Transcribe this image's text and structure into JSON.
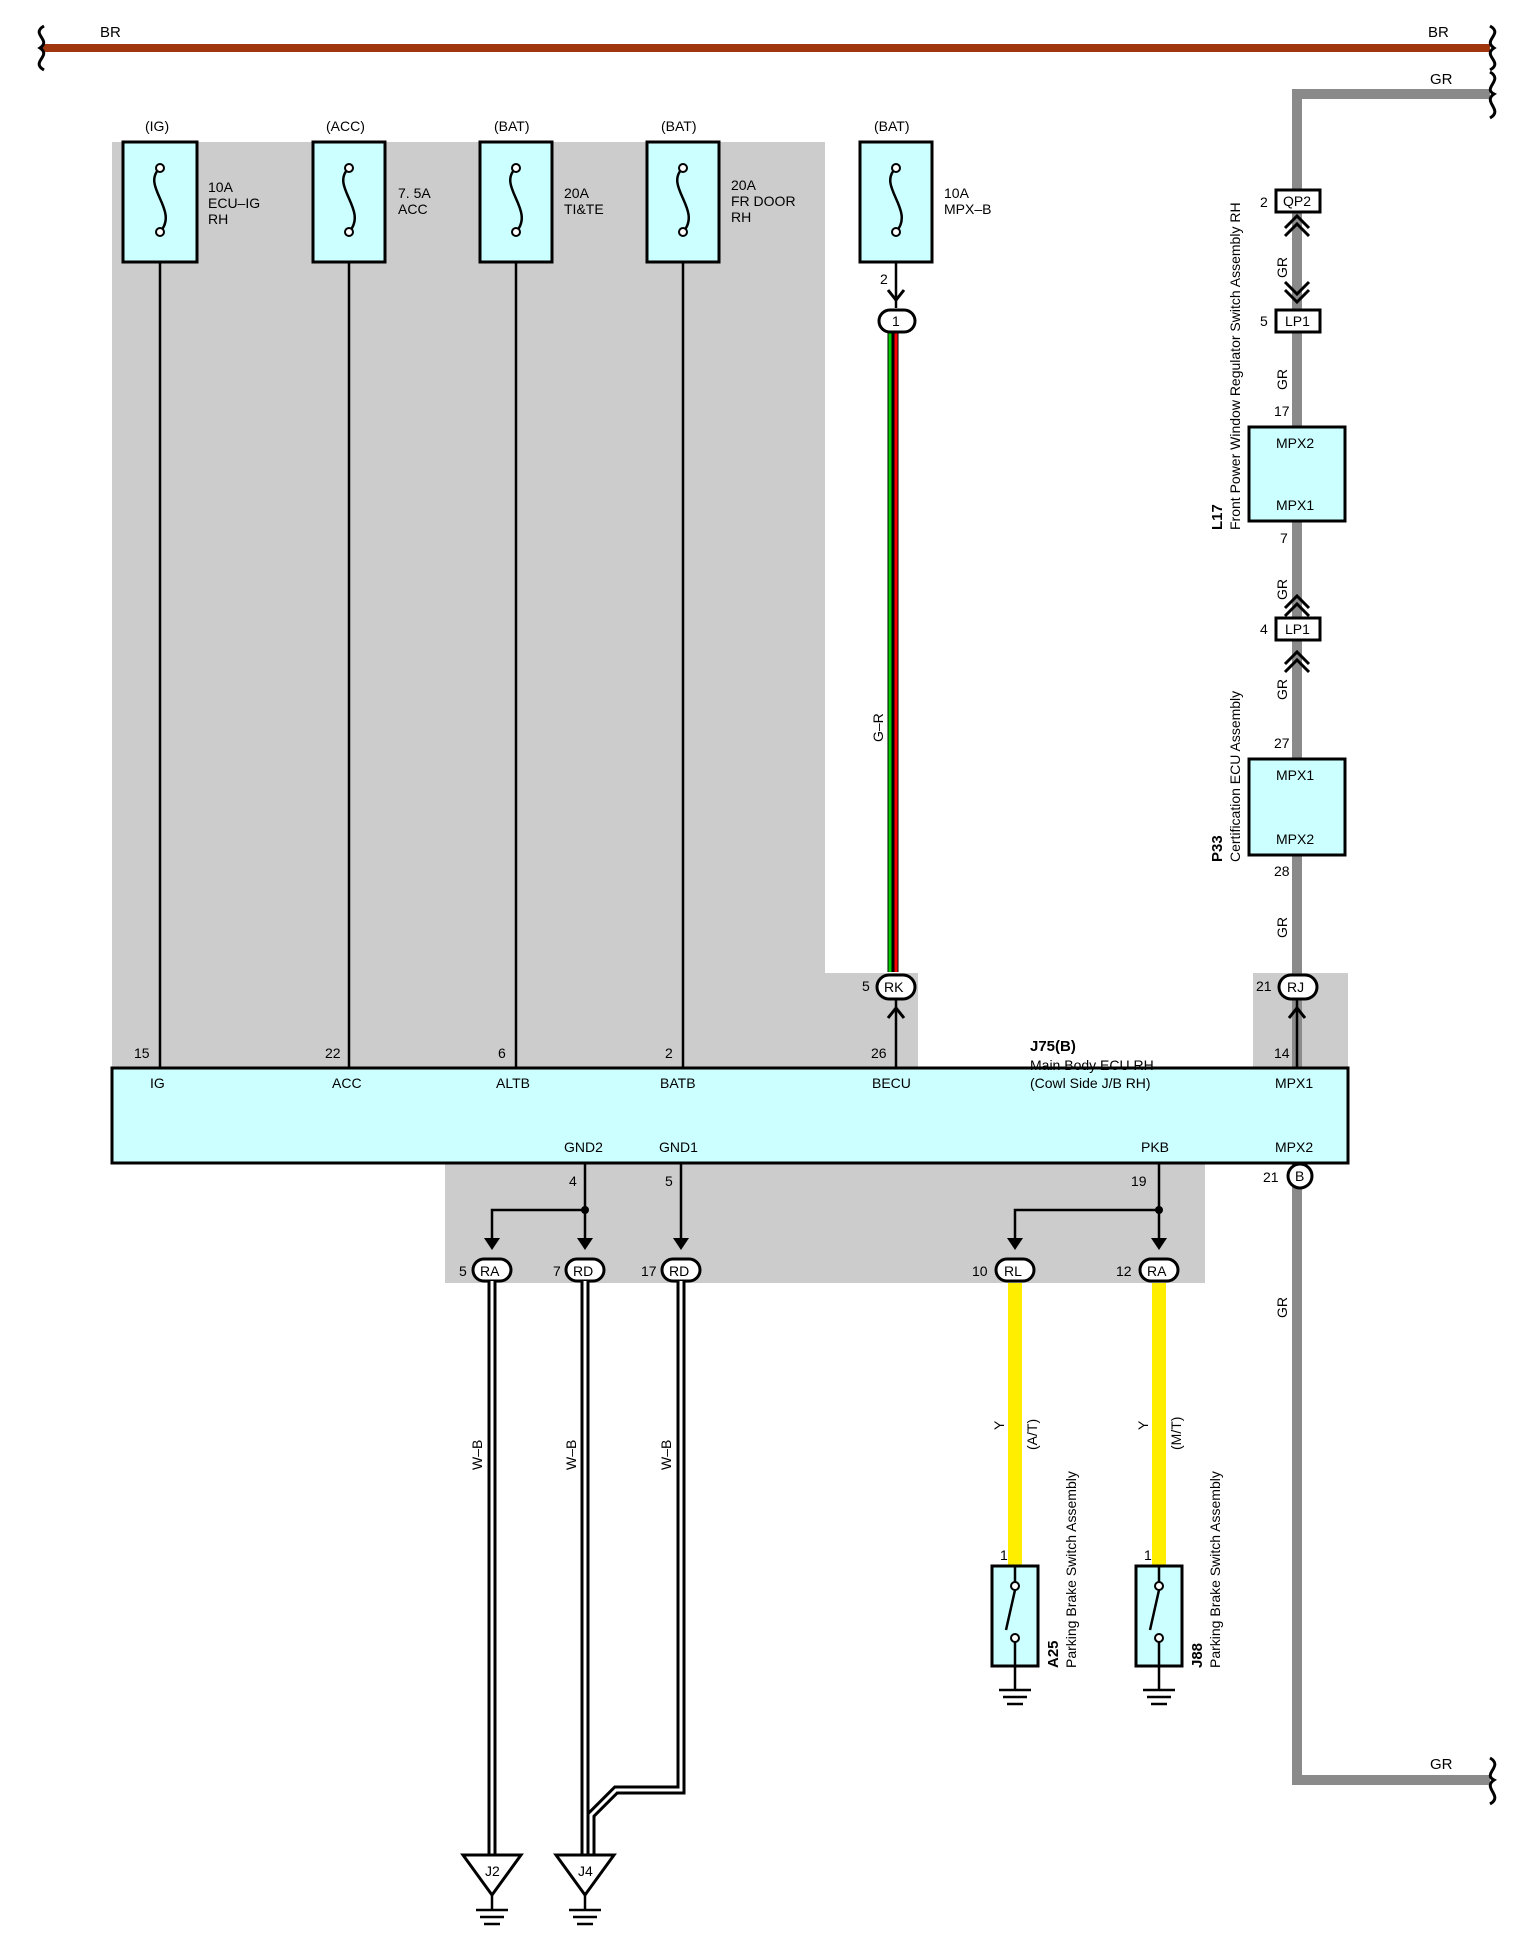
{
  "colors": {
    "br": "#a0360e",
    "gr": "#8a8a8a",
    "shade": "#cccccc",
    "box": "#ccffff",
    "green": "#00cc00",
    "red": "#ff0000",
    "yellow": "#ffee00"
  },
  "bus": {
    "br_left": "BR",
    "br_right": "BR",
    "gr_top": "GR",
    "gr_bottom": "GR"
  },
  "fuses": [
    {
      "source": "(IG)",
      "line1": "10A",
      "line2": "ECU–IG",
      "line3": "RH"
    },
    {
      "source": "(ACC)",
      "line1": "7. 5A",
      "line2": "ACC",
      "line3": ""
    },
    {
      "source": "(BAT)",
      "line1": "20A",
      "line2": "TI&TE",
      "line3": ""
    },
    {
      "source": "(BAT)",
      "line1": "20A",
      "line2": "FR DOOR",
      "line3": "RH"
    },
    {
      "source": "(BAT)",
      "line1": "10A",
      "line2": "MPX–B",
      "line3": ""
    }
  ],
  "mpxb_circuit": {
    "fuse_pin": "2",
    "junction": "1",
    "wire": "G–R",
    "connector_pin": "5",
    "connector": "RK"
  },
  "ecu": {
    "code": "J75(B)",
    "name1": "Main Body ECU RH",
    "name2": "(Cowl Side J/B RH)",
    "top_terminals": [
      {
        "pin": "15",
        "name": "IG"
      },
      {
        "pin": "22",
        "name": "ACC"
      },
      {
        "pin": "6",
        "name": "ALTB"
      },
      {
        "pin": "2",
        "name": "BATB"
      },
      {
        "pin": "26",
        "name": "BECU"
      },
      {
        "pin": "14",
        "name": "MPX1"
      }
    ],
    "bottom_terminals": [
      {
        "pin": "4",
        "name": "GND2"
      },
      {
        "pin": "5",
        "name": "GND1"
      },
      {
        "pin": "19",
        "name": "PKB"
      },
      {
        "pin": "21",
        "name": "MPX2"
      }
    ],
    "mpx2_connector": "B"
  },
  "mpx_chain": {
    "rj_pin": "21",
    "rj": "RJ",
    "qp2_pin": "2",
    "qp2": "QP2",
    "lp1_pin_a": "5",
    "lp1_a": "LP1",
    "lp1_pin_b": "4",
    "lp1_b": "LP1",
    "wire": "GR",
    "l17": {
      "code": "L17",
      "name": "Front Power Window Regulator Switch Assembly RH",
      "pin_top": "17",
      "term_top": "MPX2",
      "pin_bot": "7",
      "term_bot": "MPX1"
    },
    "p33": {
      "code": "P33",
      "name": "Certification ECU Assembly",
      "pin_top": "27",
      "term_top": "MPX1",
      "pin_bot": "28",
      "term_bot": "MPX2"
    }
  },
  "ground_connectors": [
    {
      "pin": "5",
      "name": "RA",
      "wire": "W–B"
    },
    {
      "pin": "7",
      "name": "RD",
      "wire": "W–B"
    },
    {
      "pin": "17",
      "name": "RD",
      "wire": "W–B"
    }
  ],
  "grounds": [
    {
      "name": "J2"
    },
    {
      "name": "J4"
    }
  ],
  "brake_connectors": [
    {
      "pin": "10",
      "name": "RL",
      "wire": "Y",
      "variant": "(A/T)"
    },
    {
      "pin": "12",
      "name": "RA",
      "wire": "Y",
      "variant": "(M/T)"
    }
  ],
  "brake_switches": [
    {
      "code": "A25",
      "name": "Parking Brake Switch Assembly",
      "pin": "1"
    },
    {
      "code": "J88",
      "name": "Parking Brake Switch Assembly",
      "pin": "1"
    }
  ]
}
